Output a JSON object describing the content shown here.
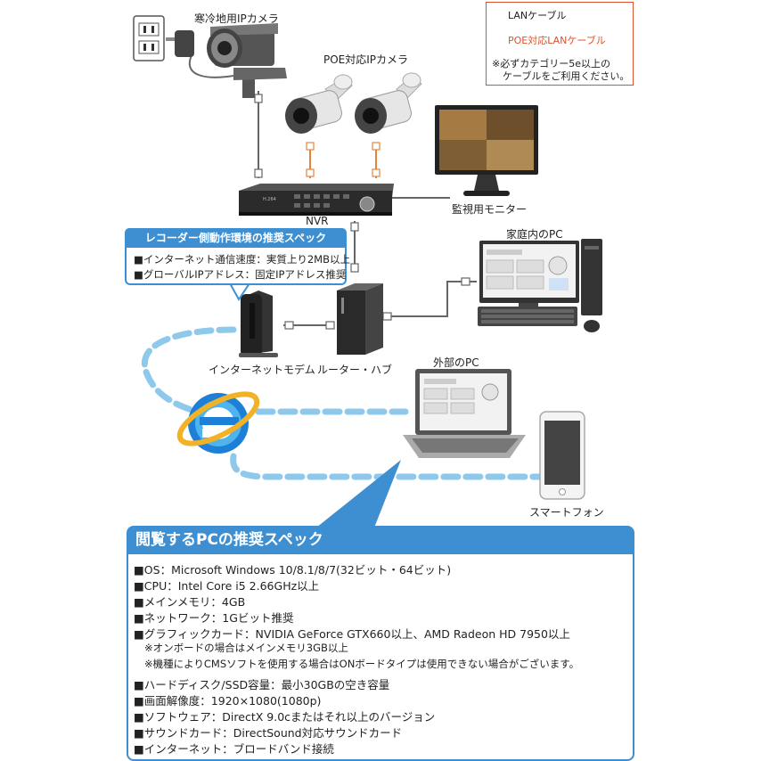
{
  "legend": {
    "lan_cable": "LANケーブル",
    "poe_cable": "POE対応LANケーブル",
    "note_line1": "※必ずカテゴリー5e以上の",
    "note_line2": "ケーブルをご利用ください。"
  },
  "labels": {
    "cold_camera": "寒冷地用IPカメラ",
    "poe_camera": "POE対応IPカメラ",
    "nvr": "NVR",
    "monitor": "監視用モニター",
    "home_pc": "家庭内のPC",
    "modem": "インターネットモデム",
    "router": "ルーター・ハブ",
    "external_pc": "外部のPC",
    "smartphone": "スマートフォン"
  },
  "recorder_spec": {
    "title": "レコーダー側動作環境の推奨スペック",
    "lines": [
      "■インターネット通信速度：実質上り2MB以上",
      "■グローバルIPアドレス：固定IPアドレス推奨"
    ]
  },
  "pc_spec": {
    "title": "閲覧するPCの推奨スペック",
    "lines": [
      "■OS：Microsoft Windows 10/8.1/8/7(32ビット・64ビット)",
      "■CPU：Intel Core i5 2.66GHz以上",
      "■メインメモリ：4GB",
      "■ネットワーク：1Gビット推奨",
      "■グラフィックカード：NVIDIA GeForce GTX660以上、AMD Radeon HD 7950以上"
    ],
    "notes": [
      "※オンボードの場合はメインメモリ3GB以上",
      "※機種によりCMSソフトを使用する場合はONボードタイプは使用できない場合がございます。"
    ],
    "lines2": [
      "■ハードディスク/SSD容量：最小30GBの空き容量",
      "■画面解像度：1920×1080(1080p)",
      "■ソフトウェア：DirectX 9.0cまたはそれ以上のバージョン",
      "■サウンドカード：DirectSound対応サウンドカード",
      "■インターネット：ブロードバンド接続"
    ]
  },
  "nvr_panel_text": "H.264",
  "colors": {
    "accent": "#3d8fd1",
    "poe": "#e8823a",
    "lan": "#555555",
    "dash": "#8ec9ec"
  }
}
